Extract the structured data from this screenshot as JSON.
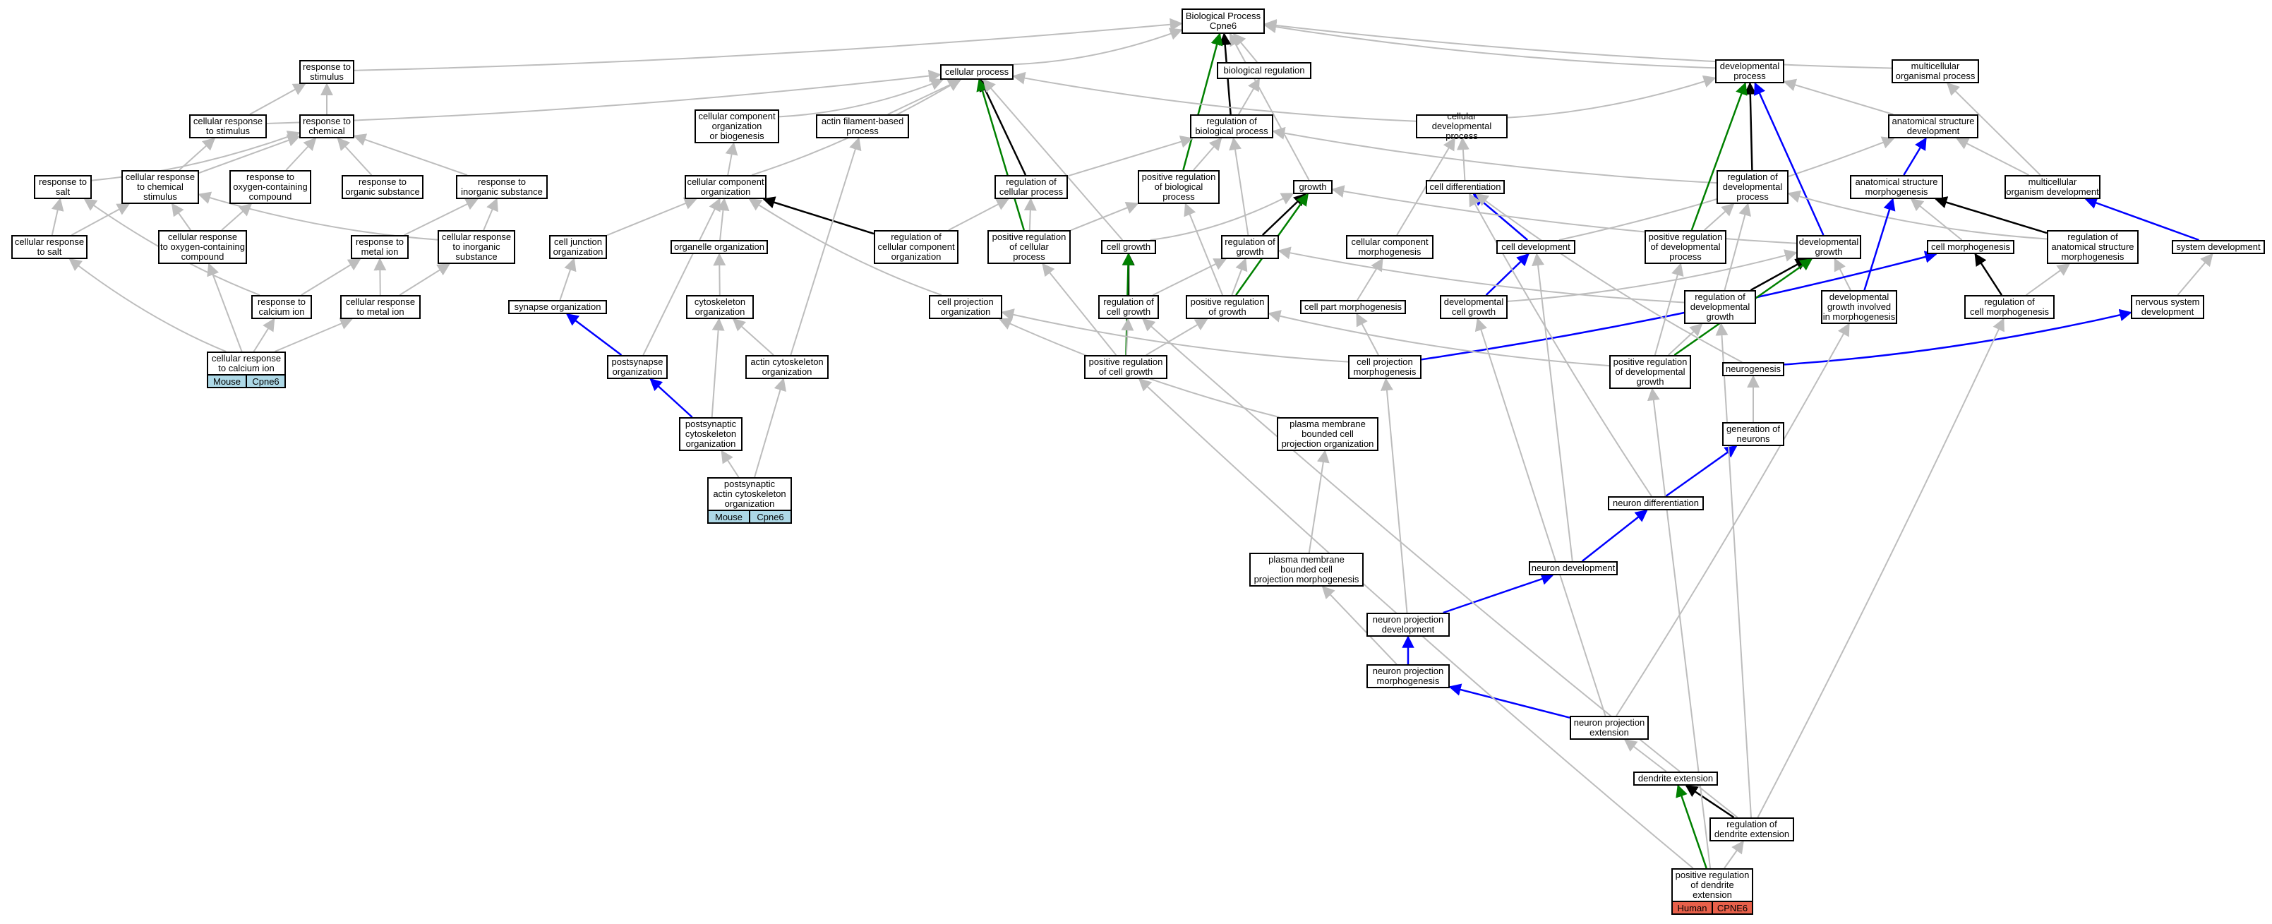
{
  "title": "Biological Process Cpne6",
  "colors": {
    "mouse_tag": "#add8e6",
    "human_tag": "#e8604a",
    "grey": "#bdbdbd",
    "black": "#000000",
    "blue": "#0000ff",
    "green": "#008000"
  },
  "nodes": {
    "bp": "Biological Process\nCpne6",
    "cellular_process": "cellular process",
    "biological_regulation": "biological regulation",
    "developmental_process": "developmental\nprocess",
    "multicellular_organismal_process": "multicellular\norganismal process",
    "response_to_stimulus": "response to\nstimulus",
    "cellular_response_to_stimulus": "cellular response\nto stimulus",
    "response_to_chemical": "response to\nchemical",
    "cellular_component_org_or_biogenesis": "cellular component\norganization\nor biogenesis",
    "actin_filament_based_process": "actin filament-based\nprocess",
    "regulation_of_biological_process": "regulation of\nbiological process",
    "cellular_developmental_process": "cellular developmental\nprocess",
    "anatomical_structure_development": "anatomical structure\ndevelopment",
    "response_to_salt": "response to\nsalt",
    "cellular_response_to_chemical_stimulus": "cellular response\nto chemical\nstimulus",
    "response_to_oxygen_containing_compound": "response to\noxygen-containing\ncompound",
    "response_to_organic_substance": "response to\norganic substance",
    "response_to_inorganic_substance": "response to\ninorganic substance",
    "cellular_component_organization": "cellular component\norganization",
    "regulation_of_cellular_process": "regulation of\ncellular process",
    "positive_regulation_of_biological_process": "positive regulation\nof biological\nprocess",
    "growth": "growth",
    "cell_differentiation": "cell differentiation",
    "regulation_of_developmental_process": "regulation of\ndevelopmental\nprocess",
    "anatomical_structure_morphogenesis": "anatomical structure\nmorphogenesis",
    "multicellular_organism_development": "multicellular\norganism development",
    "cellular_response_to_salt": "cellular response\nto salt",
    "cellular_response_to_oxygen_containing_compound": "cellular response\nto oxygen-containing\ncompound",
    "response_to_metal_ion": "response to\nmetal ion",
    "cellular_response_to_inorganic_substance": "cellular response\nto inorganic\nsubstance",
    "cell_junction_organization": "cell junction\norganization",
    "organelle_organization": "organelle organization",
    "regulation_of_cellular_component_organization": "regulation of\ncellular component\norganization",
    "positive_regulation_of_cellular_process": "positive regulation\nof cellular\nprocess",
    "cell_growth": "cell growth",
    "regulation_of_growth": "regulation of\ngrowth",
    "cellular_component_morphogenesis": "cellular component\nmorphogenesis",
    "cell_development": "cell development",
    "positive_regulation_of_developmental_process": "positive regulation\nof developmental\nprocess",
    "developmental_growth": "developmental\ngrowth",
    "cell_morphogenesis": "cell morphogenesis",
    "regulation_of_anatomical_structure_morphogenesis": "regulation of\nanatomical structure\nmorphogenesis",
    "system_development": "system development",
    "response_to_calcium_ion": "response to\ncalcium ion",
    "cellular_response_to_metal_ion": "cellular response\nto metal ion",
    "synapse_organization": "synapse organization",
    "cytoskeleton_organization": "cytoskeleton\norganization",
    "cell_projection_organization": "cell projection\norganization",
    "regulation_of_cell_growth": "regulation of\ncell growth",
    "positive_regulation_of_growth": "positive regulation\nof growth",
    "cell_part_morphogenesis": "cell part morphogenesis",
    "developmental_cell_growth": "developmental\ncell growth",
    "regulation_of_developmental_growth": "regulation of\ndevelopmental\ngrowth",
    "developmental_growth_involved_in_morphogenesis": "developmental\ngrowth involved\nin morphogenesis",
    "regulation_of_cell_morphogenesis": "regulation of\ncell morphogenesis",
    "nervous_system_development": "nervous system\ndevelopment",
    "cellular_response_to_calcium_ion": "cellular response\nto calcium ion",
    "postsynapse_organization": "postsynapse\norganization",
    "actin_cytoskeleton_organization": "actin cytoskeleton\norganization",
    "positive_regulation_of_cell_growth": "positive regulation\nof cell growth",
    "cell_projection_morphogenesis": "cell projection\nmorphogenesis",
    "positive_regulation_of_developmental_growth": "positive regulation\nof developmental\ngrowth",
    "neurogenesis": "neurogenesis",
    "postsynaptic_cytoskeleton_organization": "postsynaptic\ncytoskeleton\norganization",
    "plasma_membrane_bounded_cell_projection_organization": "plasma membrane\nbounded cell\nprojection organization",
    "generation_of_neurons": "generation of\nneurons",
    "postsynaptic_actin_cytoskeleton_organization": "postsynaptic\nactin cytoskeleton\norganization",
    "neuron_differentiation": "neuron differentiation",
    "plasma_membrane_bounded_cell_projection_morphogenesis": "plasma membrane\nbounded cell\nprojection morphogenesis",
    "neuron_development": "neuron development",
    "neuron_projection_development": "neuron projection\ndevelopment",
    "neuron_projection_morphogenesis": "neuron projection\nmorphogenesis",
    "neuron_projection_extension": "neuron projection\nextension",
    "dendrite_extension": "dendrite extension",
    "regulation_of_dendrite_extension": "regulation of\ndendrite extension",
    "positive_regulation_of_dendrite_extension": "positive regulation\nof dendrite\nextension"
  },
  "tags": {
    "calcium": {
      "species": "Mouse",
      "gene": "Cpne6"
    },
    "actin": {
      "species": "Mouse",
      "gene": "Cpne6"
    },
    "dendrite": {
      "species": "Human",
      "gene": "CPNE6"
    }
  }
}
